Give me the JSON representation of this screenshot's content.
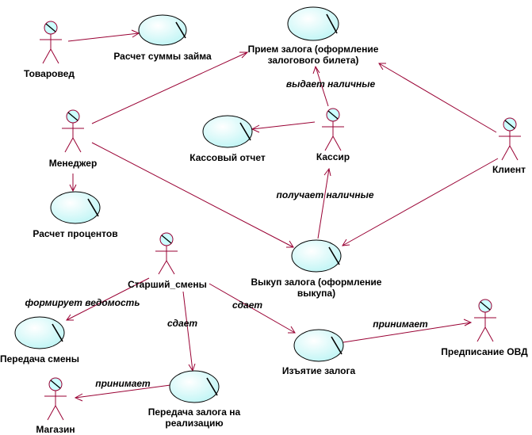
{
  "colors": {
    "usecase_fill": "#ccffff",
    "actor_head_fill": "#ccffff",
    "stroke": "#990033",
    "outline": "#000000"
  },
  "actors": {
    "tovaroved": "Товаровед",
    "manager": "Менеджер",
    "kassir": "Кассир",
    "client": "Клиент",
    "senior": "Старший_смены",
    "shop": "Магазин",
    "ovd": "Предписание ОВД"
  },
  "usecases": {
    "loan_sum": "Расчет суммы займа",
    "pledge_line1": "Прием залога (оформление",
    "pledge_line2": "залогового билета)",
    "cash_report": "Кассовый отчет",
    "interest": "Расчет процентов",
    "redeem_line1": "Выкуп залога (оформление",
    "redeem_line2": "выкупа)",
    "shift_transfer": "Передача смены",
    "seizure": "Изъятие залога",
    "sale_line1": "Передача залога на",
    "sale_line2": "реализацию"
  },
  "edge_labels": {
    "gives_cash": "выдает наличные",
    "receives_cash": "получает наличные",
    "forms_statement": "формирует ведомость",
    "hands_over_1": "сдает",
    "hands_over_2": "сдает",
    "accepts_1": "принимает",
    "accepts_2": "принимает"
  }
}
